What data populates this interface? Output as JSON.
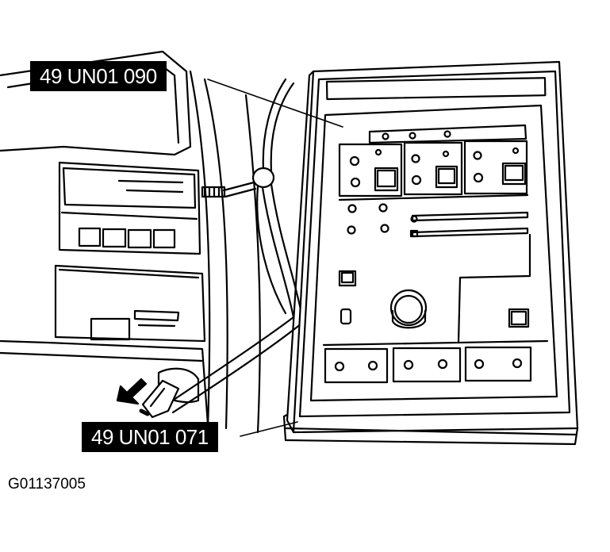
{
  "figure": {
    "callout_top": "49 UN01 090",
    "callout_bottom": "49 UN01 071",
    "figure_id": "G01137005"
  },
  "colors": {
    "ink": "#000000",
    "paper": "#ffffff"
  },
  "icons": [
    "arrow-icon",
    "connector-plug-icon",
    "cable-clip-icon",
    "knob-icon"
  ]
}
